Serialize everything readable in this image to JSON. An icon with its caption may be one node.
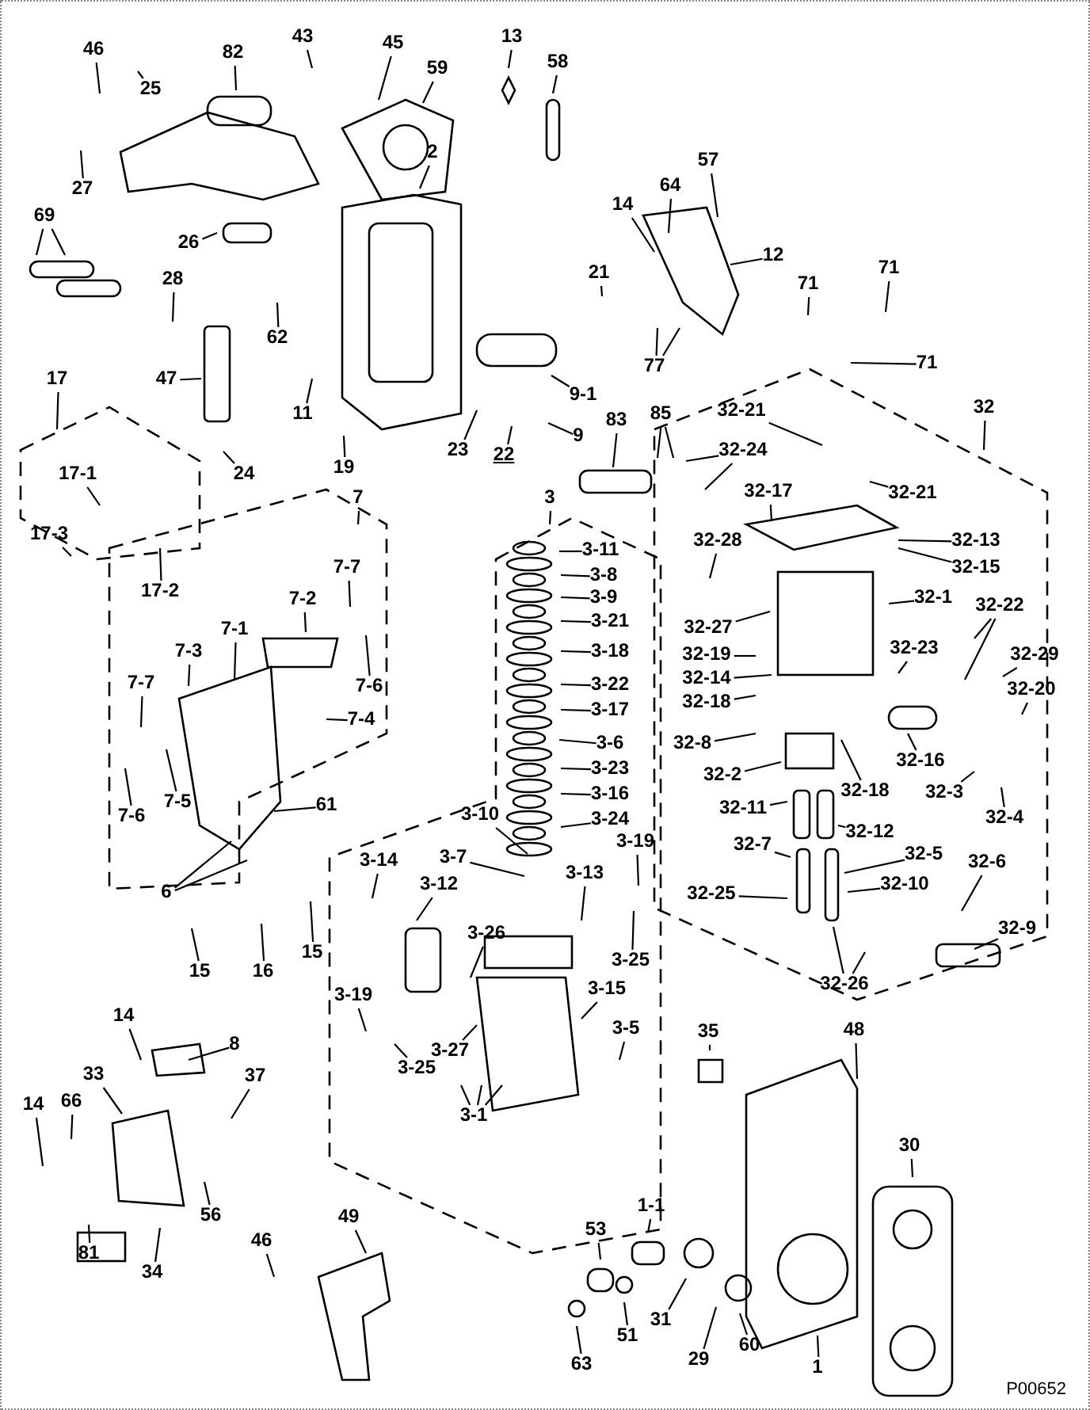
{
  "diagram": {
    "nodes": [
      {
        "text": [
          "46"
        ]
      },
      {
        "text": [
          "25"
        ]
      },
      {
        "text": [
          "82"
        ]
      },
      {
        "text": [
          "43"
        ]
      },
      {
        "text": [
          "45"
        ]
      },
      {
        "text": [
          "59"
        ]
      },
      {
        "text": [
          "13"
        ]
      },
      {
        "text": [
          "58"
        ]
      },
      {
        "text": [
          "2"
        ]
      },
      {
        "text": [
          "27"
        ]
      },
      {
        "text": [
          "69"
        ]
      },
      {
        "text": [
          "26"
        ]
      },
      {
        "text": [
          "28"
        ]
      },
      {
        "text": [
          "62"
        ]
      },
      {
        "text": [
          "47"
        ]
      },
      {
        "text": [
          "11"
        ]
      },
      {
        "text": [
          "19"
        ]
      },
      {
        "text": [
          "24"
        ]
      },
      {
        "text": [
          "23"
        ]
      },
      {
        "text": [
          "22"
        ]
      },
      {
        "text": [
          "14"
        ]
      },
      {
        "text": [
          "64"
        ]
      },
      {
        "text": [
          "57"
        ]
      },
      {
        "text": [
          "12"
        ]
      },
      {
        "text": [
          "21"
        ]
      },
      {
        "text": [
          "77"
        ]
      },
      {
        "text": [
          "9-1"
        ]
      },
      {
        "text": [
          "9"
        ]
      },
      {
        "text": [
          "71"
        ]
      },
      {
        "text": [
          "71"
        ]
      },
      {
        "text": [
          "71"
        ]
      },
      {
        "text": [
          "83"
        ]
      },
      {
        "text": [
          "85"
        ]
      },
      {
        "text": [
          "32"
        ]
      },
      {
        "text": [
          "17"
        ]
      },
      {
        "text": [
          "7"
        ]
      },
      {
        "text": [
          "3"
        ]
      },
      {
        "text": [
          "15"
        ]
      },
      {
        "text": [
          "6"
        ]
      },
      {
        "text": [
          "16"
        ]
      },
      {
        "text": [
          "15"
        ]
      },
      {
        "text": [
          "14"
        ]
      },
      {
        "text": [
          "8"
        ]
      },
      {
        "text": [
          "33"
        ]
      },
      {
        "text": [
          "37"
        ]
      },
      {
        "text": [
          "14"
        ]
      },
      {
        "text": [
          "66"
        ]
      },
      {
        "text": [
          "56"
        ]
      },
      {
        "text": [
          "81"
        ]
      },
      {
        "text": [
          "34"
        ]
      },
      {
        "text": [
          "46"
        ]
      },
      {
        "text": [
          "49"
        ]
      },
      {
        "text": [
          "53"
        ]
      },
      {
        "text": [
          "1-1"
        ]
      },
      {
        "text": [
          "35"
        ]
      },
      {
        "text": [
          "48"
        ]
      },
      {
        "text": [
          "30"
        ]
      },
      {
        "text": [
          "51"
        ]
      },
      {
        "text": [
          "31"
        ]
      },
      {
        "text": [
          "29"
        ]
      },
      {
        "text": [
          "60"
        ]
      },
      {
        "text": [
          "63"
        ]
      },
      {
        "text": [
          "1"
        ]
      },
      {
        "text": [
          "17-1"
        ]
      },
      {
        "text": [
          "17-3"
        ]
      },
      {
        "text": [
          "17-2"
        ]
      },
      {
        "text": [
          "7-7"
        ]
      },
      {
        "text": [
          "7-2"
        ]
      },
      {
        "text": [
          "7-1"
        ]
      },
      {
        "text": [
          "7-3"
        ]
      },
      {
        "text": [
          "7-6"
        ]
      },
      {
        "text": [
          "7-7"
        ]
      },
      {
        "text": [
          "7-4"
        ]
      },
      {
        "text": [
          "7-6"
        ]
      },
      {
        "text": [
          "7-5"
        ]
      },
      {
        "text": [
          "61"
        ]
      },
      {
        "text": [
          "3-11"
        ]
      },
      {
        "text": [
          "3-8"
        ]
      },
      {
        "text": [
          "3-9"
        ]
      },
      {
        "text": [
          "3-21"
        ]
      },
      {
        "text": [
          "3-18"
        ]
      },
      {
        "text": [
          "3-22"
        ]
      },
      {
        "text": [
          "3-17"
        ]
      },
      {
        "text": [
          "3-6"
        ]
      },
      {
        "text": [
          "3-23"
        ]
      },
      {
        "text": [
          "3-16"
        ]
      },
      {
        "text": [
          "3-24"
        ]
      },
      {
        "text": [
          "3-10"
        ]
      },
      {
        "text": [
          "3-19"
        ]
      },
      {
        "text": [
          "3-7"
        ]
      },
      {
        "text": [
          "3-13"
        ]
      },
      {
        "text": [
          "3-14"
        ]
      },
      {
        "text": [
          "3-12"
        ]
      },
      {
        "text": [
          "3-26"
        ]
      },
      {
        "text": [
          "3-25"
        ]
      },
      {
        "text": [
          "3-19"
        ]
      },
      {
        "text": [
          "3-15"
        ]
      },
      {
        "text": [
          "3-5"
        ]
      },
      {
        "text": [
          "3-27"
        ]
      },
      {
        "text": [
          "3-25"
        ]
      },
      {
        "text": [
          "3-1"
        ]
      },
      {
        "text": [
          "32-21"
        ]
      },
      {
        "text": [
          "32-24"
        ]
      },
      {
        "text": [
          "32-17"
        ]
      },
      {
        "text": [
          "32-21"
        ]
      },
      {
        "text": [
          "32-28"
        ]
      },
      {
        "text": [
          "32-13"
        ]
      },
      {
        "text": [
          "32-15"
        ]
      },
      {
        "text": [
          "32-1"
        ]
      },
      {
        "text": [
          "32-22"
        ]
      },
      {
        "text": [
          "32-27"
        ]
      },
      {
        "text": [
          "32-23"
        ]
      },
      {
        "text": [
          "32-29"
        ]
      },
      {
        "text": [
          "32-19"
        ]
      },
      {
        "text": [
          "32-20"
        ]
      },
      {
        "text": [
          "32-14"
        ]
      },
      {
        "text": [
          "32-18"
        ]
      },
      {
        "text": [
          "32-8"
        ]
      },
      {
        "text": [
          "32-2"
        ]
      },
      {
        "text": [
          "32-16"
        ]
      },
      {
        "text": [
          "32-18"
        ]
      },
      {
        "text": [
          "32-3"
        ]
      },
      {
        "text": [
          "32-4"
        ]
      },
      {
        "text": [
          "32-11"
        ]
      },
      {
        "text": [
          "32-12"
        ]
      },
      {
        "text": [
          "32-7"
        ]
      },
      {
        "text": [
          "32-5"
        ]
      },
      {
        "text": [
          "32-25"
        ]
      },
      {
        "text": [
          "32-10"
        ]
      },
      {
        "text": [
          "32-6"
        ]
      },
      {
        "text": [
          "32-9"
        ]
      },
      {
        "text": [
          "32-26"
        ]
      }
    ],
    "edges": [
      {
        "from": 0,
        "to": null,
        "arrow": "none"
      },
      {
        "from": 1,
        "to": null,
        "arrow": "none"
      },
      {
        "from": 2,
        "to": null,
        "arrow": "none"
      },
      {
        "from": 3,
        "to": null,
        "arrow": "none"
      },
      {
        "from": 4,
        "to": null,
        "arrow": "none"
      },
      {
        "from": 5,
        "to": null,
        "arrow": "none"
      },
      {
        "from": 6,
        "to": null,
        "arrow": "none"
      },
      {
        "from": 7,
        "to": null,
        "arrow": "none"
      },
      {
        "from": 8,
        "to": null,
        "arrow": "none"
      },
      {
        "from": 9,
        "to": null,
        "arrow": "none"
      },
      {
        "from": 10,
        "to": null,
        "arrow": "none"
      },
      {
        "from": 10,
        "to": null,
        "arrow": "none"
      },
      {
        "from": 11,
        "to": null,
        "arrow": "none"
      },
      {
        "from": 12,
        "to": null,
        "arrow": "none"
      },
      {
        "from": 13,
        "to": null,
        "arrow": "none"
      },
      {
        "from": 14,
        "to": null,
        "arrow": "none"
      },
      {
        "from": 15,
        "to": null,
        "arrow": "none"
      },
      {
        "from": 16,
        "to": null,
        "arrow": "none"
      },
      {
        "from": 17,
        "to": null,
        "arrow": "none"
      },
      {
        "from": 18,
        "to": null,
        "arrow": "none"
      },
      {
        "from": 19,
        "to": null,
        "arrow": "none"
      },
      {
        "from": 20,
        "to": null,
        "arrow": "none"
      },
      {
        "from": 21,
        "to": null,
        "arrow": "none"
      },
      {
        "from": 22,
        "to": null,
        "arrow": "none"
      },
      {
        "from": 23,
        "to": null,
        "arrow": "none"
      },
      {
        "from": 24,
        "to": null,
        "arrow": "none"
      },
      {
        "from": 25,
        "to": null,
        "arrow": "none"
      },
      {
        "from": 25,
        "to": null,
        "arrow": "none"
      },
      {
        "from": 26,
        "to": null,
        "arrow": "none"
      },
      {
        "from": 27,
        "to": null,
        "arrow": "none"
      },
      {
        "from": 28,
        "to": null,
        "arrow": "none"
      },
      {
        "from": 29,
        "to": null,
        "arrow": "none"
      },
      {
        "from": 30,
        "to": null,
        "arrow": "none"
      },
      {
        "from": 31,
        "to": null,
        "arrow": "none"
      },
      {
        "from": 32,
        "to": null,
        "arrow": "none"
      },
      {
        "from": 32,
        "to": null,
        "arrow": "none"
      },
      {
        "from": 33,
        "to": null,
        "arrow": "none"
      },
      {
        "from": 34,
        "to": null,
        "arrow": "none"
      },
      {
        "from": 35,
        "to": null,
        "arrow": "none"
      },
      {
        "from": 36,
        "to": null,
        "arrow": "none"
      },
      {
        "from": 37,
        "to": null,
        "arrow": "none"
      },
      {
        "from": 38,
        "to": null,
        "arrow": "none"
      },
      {
        "from": 38,
        "to": null,
        "arrow": "none"
      },
      {
        "from": 39,
        "to": null,
        "arrow": "none"
      },
      {
        "from": 40,
        "to": null,
        "arrow": "none"
      },
      {
        "from": 41,
        "to": null,
        "arrow": "none"
      },
      {
        "from": 42,
        "to": null,
        "arrow": "none"
      },
      {
        "from": 43,
        "to": null,
        "arrow": "none"
      },
      {
        "from": 44,
        "to": null,
        "arrow": "none"
      },
      {
        "from": 45,
        "to": null,
        "arrow": "none"
      },
      {
        "from": 46,
        "to": null,
        "arrow": "none"
      },
      {
        "from": 47,
        "to": null,
        "arrow": "none"
      },
      {
        "from": 48,
        "to": null,
        "arrow": "none"
      },
      {
        "from": 49,
        "to": null,
        "arrow": "none"
      },
      {
        "from": 50,
        "to": null,
        "arrow": "none"
      },
      {
        "from": 51,
        "to": null,
        "arrow": "none"
      },
      {
        "from": 52,
        "to": null,
        "arrow": "none"
      },
      {
        "from": 53,
        "to": null,
        "arrow": "none"
      },
      {
        "from": 54,
        "to": null,
        "arrow": "none"
      },
      {
        "from": 55,
        "to": null,
        "arrow": "none"
      },
      {
        "from": 56,
        "to": null,
        "arrow": "none"
      },
      {
        "from": 57,
        "to": null,
        "arrow": "none"
      },
      {
        "from": 58,
        "to": null,
        "arrow": "none"
      },
      {
        "from": 59,
        "to": null,
        "arrow": "none"
      },
      {
        "from": 60,
        "to": null,
        "arrow": "none"
      },
      {
        "from": 61,
        "to": null,
        "arrow": "none"
      },
      {
        "from": 62,
        "to": null,
        "arrow": "none"
      },
      {
        "from": 63,
        "to": null,
        "arrow": "none"
      },
      {
        "from": 64,
        "to": null,
        "arrow": "none"
      },
      {
        "from": 65,
        "to": null,
        "arrow": "none"
      },
      {
        "from": 66,
        "to": null,
        "arrow": "none"
      },
      {
        "from": 67,
        "to": null,
        "arrow": "none"
      },
      {
        "from": 68,
        "to": null,
        "arrow": "none"
      },
      {
        "from": 69,
        "to": null,
        "arrow": "none"
      },
      {
        "from": 70,
        "to": null,
        "arrow": "none"
      },
      {
        "from": 71,
        "to": null,
        "arrow": "none"
      },
      {
        "from": 72,
        "to": null,
        "arrow": "none"
      },
      {
        "from": 73,
        "to": null,
        "arrow": "none"
      },
      {
        "from": 74,
        "to": null,
        "arrow": "none"
      },
      {
        "from": 75,
        "to": null,
        "arrow": "none"
      },
      {
        "from": 76,
        "to": null,
        "arrow": "none"
      },
      {
        "from": 77,
        "to": null,
        "arrow": "none"
      },
      {
        "from": 78,
        "to": null,
        "arrow": "none"
      },
      {
        "from": 79,
        "to": null,
        "arrow": "none"
      },
      {
        "from": 80,
        "to": null,
        "arrow": "none"
      },
      {
        "from": 81,
        "to": null,
        "arrow": "none"
      },
      {
        "from": 82,
        "to": null,
        "arrow": "none"
      },
      {
        "from": 83,
        "to": null,
        "arrow": "none"
      },
      {
        "from": 84,
        "to": null,
        "arrow": "none"
      },
      {
        "from": 85,
        "to": null,
        "arrow": "none"
      },
      {
        "from": 86,
        "to": null,
        "arrow": "none"
      },
      {
        "from": 87,
        "to": null,
        "arrow": "none"
      },
      {
        "from": 88,
        "to": null,
        "arrow": "none"
      },
      {
        "from": 89,
        "to": null,
        "arrow": "none"
      },
      {
        "from": 90,
        "to": null,
        "arrow": "none"
      },
      {
        "from": 91,
        "to": null,
        "arrow": "none"
      },
      {
        "from": 92,
        "to": null,
        "arrow": "none"
      },
      {
        "from": 93,
        "to": null,
        "arrow": "none"
      },
      {
        "from": 94,
        "to": null,
        "arrow": "none"
      },
      {
        "from": 95,
        "to": null,
        "arrow": "none"
      },
      {
        "from": 96,
        "to": null,
        "arrow": "none"
      },
      {
        "from": 97,
        "to": null,
        "arrow": "none"
      },
      {
        "from": 98,
        "to": null,
        "arrow": "none"
      },
      {
        "from": 99,
        "to": null,
        "arrow": "none"
      },
      {
        "from": 100,
        "to": null,
        "arrow": "none"
      },
      {
        "from": 100,
        "to": null,
        "arrow": "none"
      },
      {
        "from": 100,
        "to": null,
        "arrow": "none"
      },
      {
        "from": 101,
        "to": null,
        "arrow": "none"
      },
      {
        "from": 102,
        "to": null,
        "arrow": "none"
      },
      {
        "from": 102,
        "to": null,
        "arrow": "none"
      },
      {
        "from": 103,
        "to": null,
        "arrow": "none"
      },
      {
        "from": 104,
        "to": null,
        "arrow": "none"
      },
      {
        "from": 105,
        "to": null,
        "arrow": "none"
      },
      {
        "from": 106,
        "to": null,
        "arrow": "none"
      },
      {
        "from": 107,
        "to": null,
        "arrow": "none"
      },
      {
        "from": 108,
        "to": null,
        "arrow": "none"
      },
      {
        "from": 109,
        "to": null,
        "arrow": "none"
      },
      {
        "from": 109,
        "to": null,
        "arrow": "none"
      },
      {
        "from": 110,
        "to": null,
        "arrow": "none"
      },
      {
        "from": 111,
        "to": null,
        "arrow": "none"
      },
      {
        "from": 112,
        "to": null,
        "arrow": "none"
      },
      {
        "from": 113,
        "to": null,
        "arrow": "none"
      },
      {
        "from": 114,
        "to": null,
        "arrow": "none"
      },
      {
        "from": 115,
        "to": null,
        "arrow": "none"
      },
      {
        "from": 116,
        "to": null,
        "arrow": "none"
      },
      {
        "from": 117,
        "to": null,
        "arrow": "none"
      },
      {
        "from": 118,
        "to": null,
        "arrow": "none"
      },
      {
        "from": 119,
        "to": null,
        "arrow": "none"
      },
      {
        "from": 120,
        "to": null,
        "arrow": "none"
      },
      {
        "from": 121,
        "to": null,
        "arrow": "none"
      },
      {
        "from": 122,
        "to": null,
        "arrow": "none"
      },
      {
        "from": 123,
        "to": null,
        "arrow": "none"
      },
      {
        "from": 124,
        "to": null,
        "arrow": "none"
      },
      {
        "from": 125,
        "to": null,
        "arrow": "none"
      },
      {
        "from": 126,
        "to": null,
        "arrow": "none"
      },
      {
        "from": 127,
        "to": null,
        "arrow": "none"
      },
      {
        "from": 128,
        "to": null,
        "arrow": "none"
      },
      {
        "from": 129,
        "to": null,
        "arrow": "none"
      },
      {
        "from": 130,
        "to": null,
        "arrow": "none"
      },
      {
        "from": 131,
        "to": null,
        "arrow": "none"
      },
      {
        "from": 131,
        "to": null,
        "arrow": "none"
      }
    ],
    "labels": [
      "P00652"
    ]
  }
}
